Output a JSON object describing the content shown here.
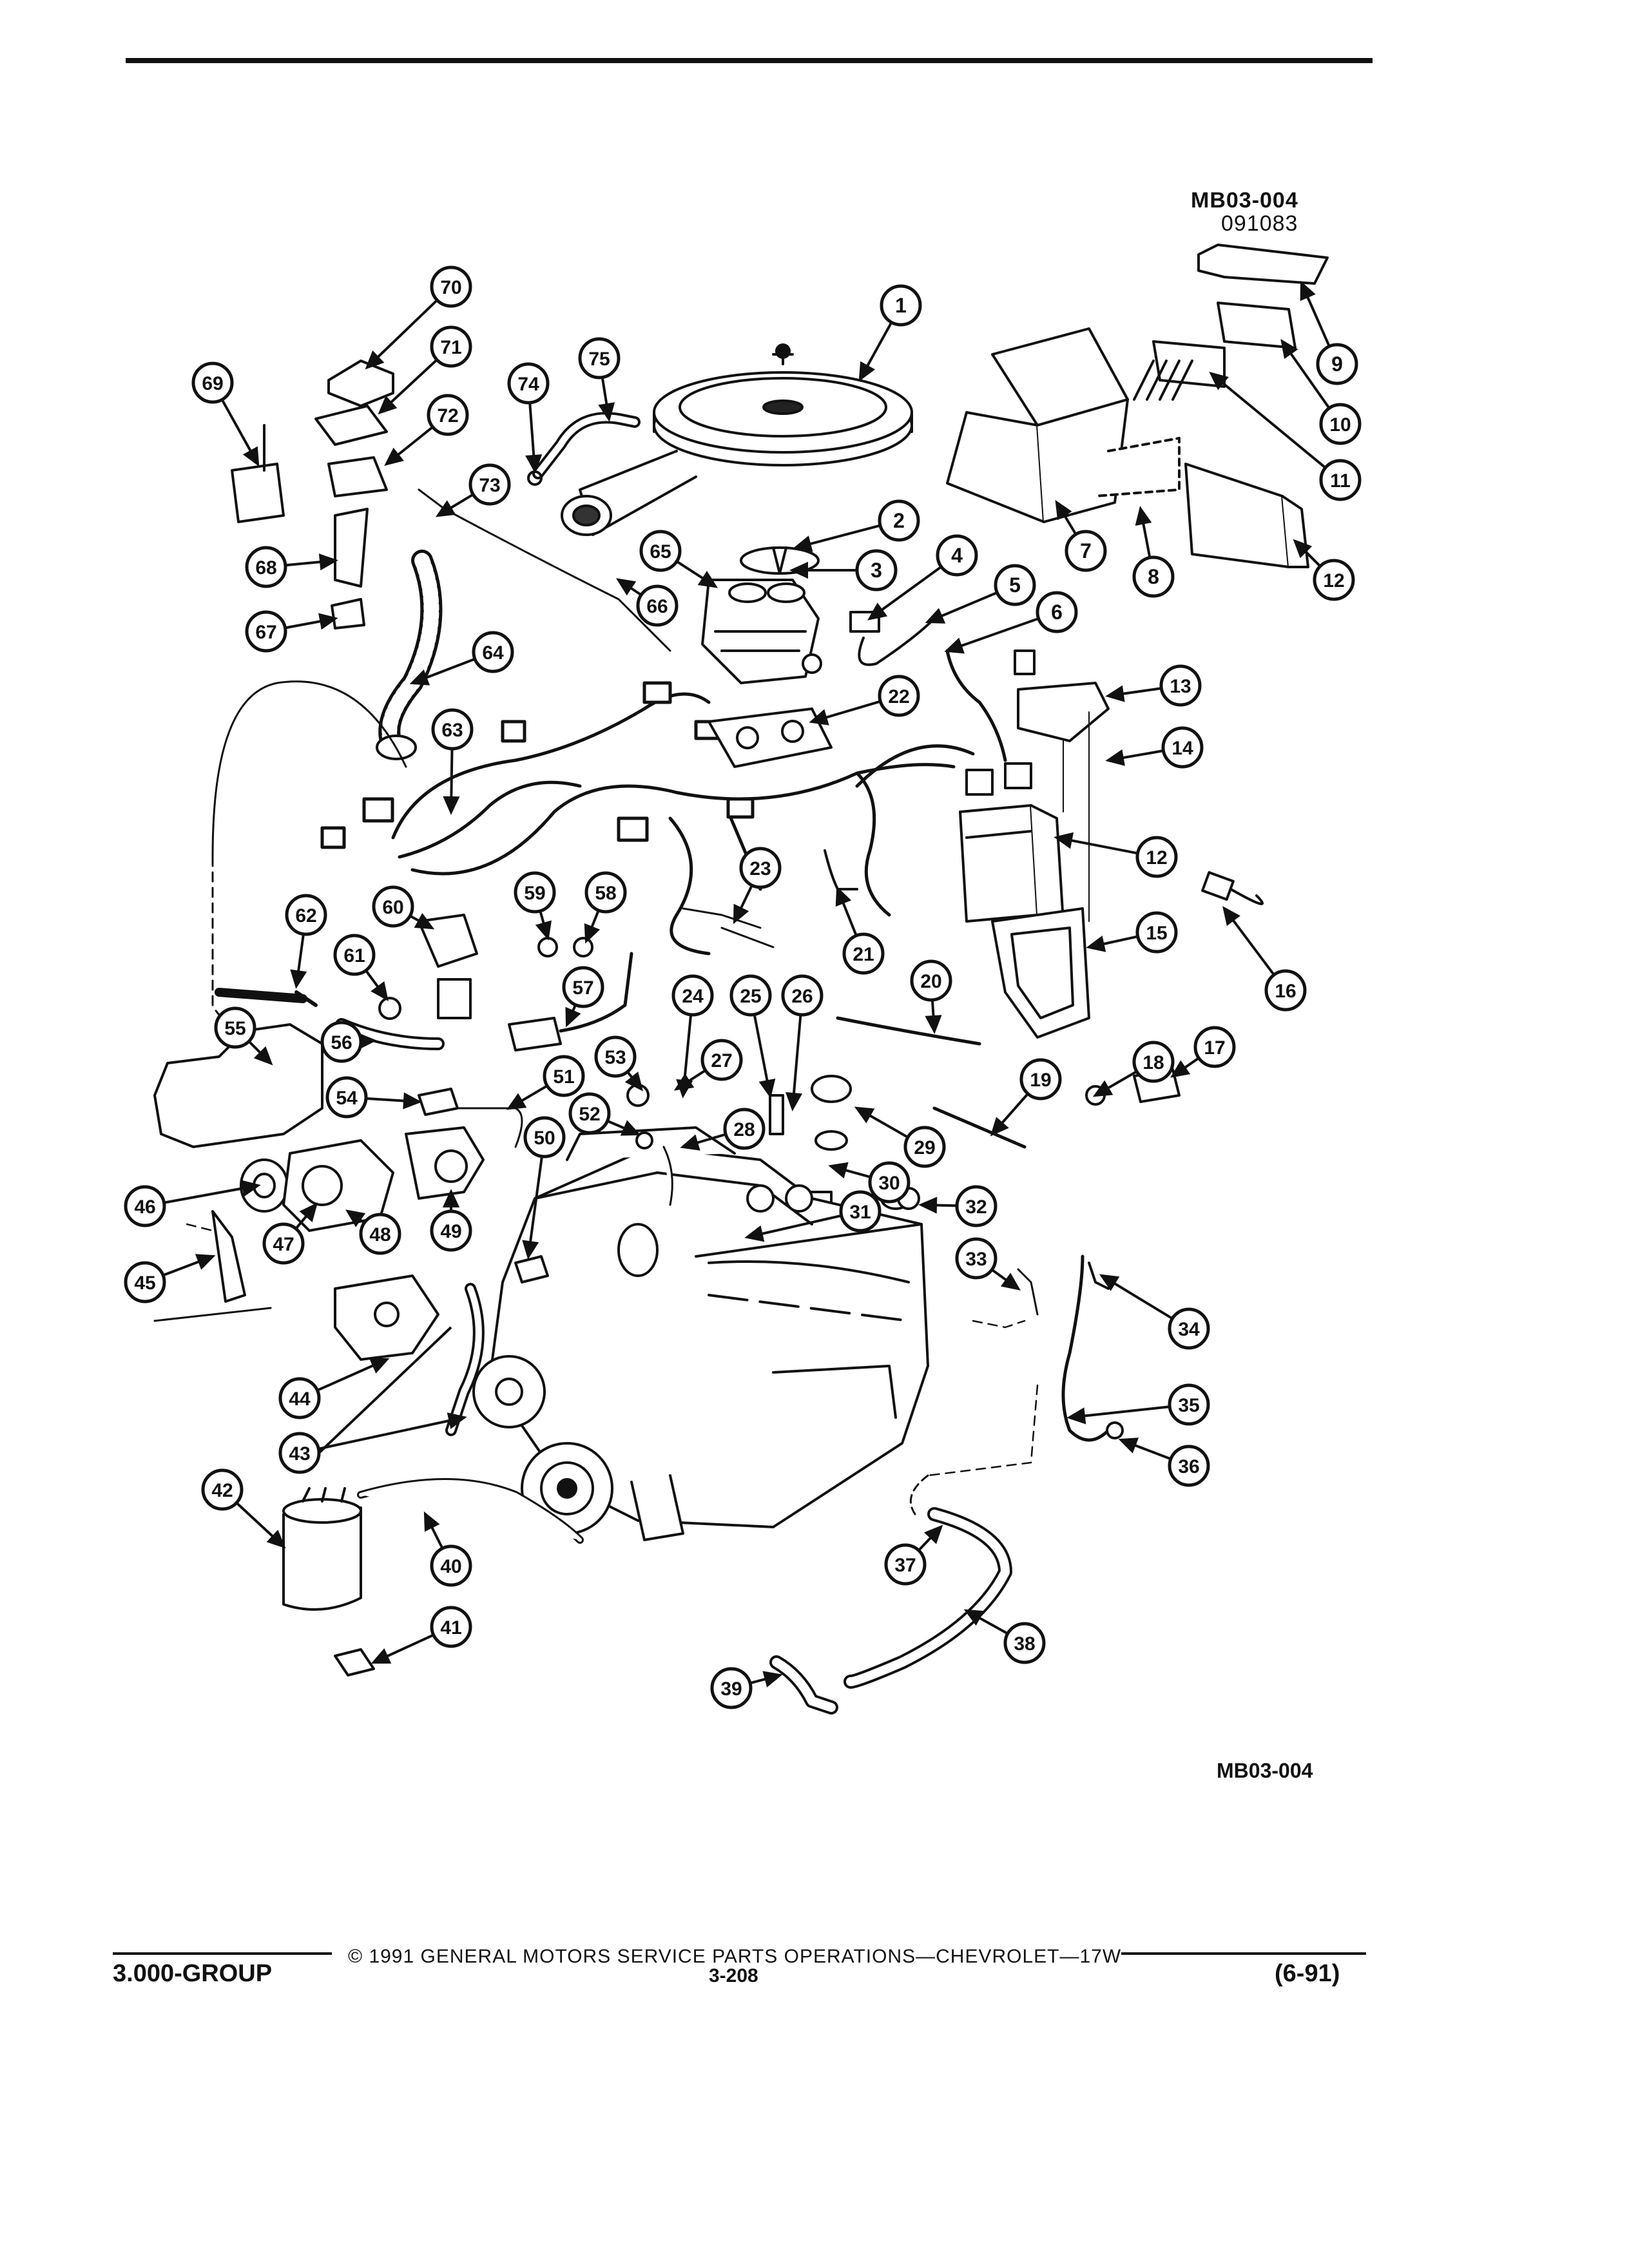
{
  "header": {
    "ref_code": "MB03-004",
    "ref_date": "091083"
  },
  "diagram": {
    "bottom_ref": "MB03-004",
    "callouts": [
      "1",
      "2",
      "3",
      "4",
      "5",
      "6",
      "7",
      "8",
      "9",
      "10",
      "11",
      "12",
      "13",
      "14",
      "15",
      "16",
      "17",
      "18",
      "19",
      "20",
      "21",
      "22",
      "23",
      "24",
      "25",
      "26",
      "27",
      "28",
      "29",
      "30",
      "31",
      "32",
      "33",
      "34",
      "35",
      "36",
      "37",
      "38",
      "39",
      "40",
      "41",
      "42",
      "43",
      "44",
      "45",
      "46",
      "47",
      "48",
      "49",
      "50",
      "51",
      "52",
      "53",
      "54",
      "55",
      "56",
      "57",
      "58",
      "59",
      "60",
      "61",
      "62",
      "63",
      "64",
      "65",
      "66",
      "67",
      "68",
      "69",
      "70",
      "71",
      "72",
      "73",
      "74",
      "75"
    ],
    "repeat_callouts": [
      "12",
      "43"
    ]
  },
  "footer": {
    "copyright": "© 1991 GENERAL MOTORS SERVICE PARTS OPERATIONS—CHEVROLET—17W",
    "group": "3.000-GROUP",
    "page": "3-208",
    "revision": "(6-91)"
  },
  "colors": {
    "ink": "#111111",
    "paper": "#ffffff",
    "shading": "#555555"
  }
}
